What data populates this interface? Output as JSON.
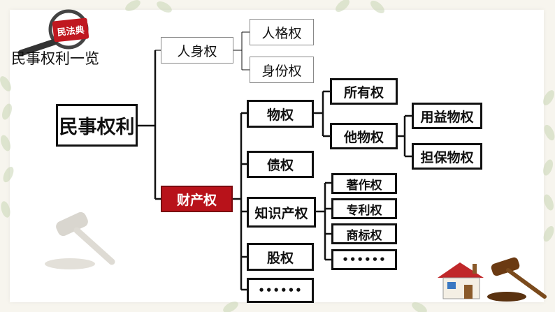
{
  "badge": "民法典",
  "title": "民事权利一览",
  "tree": {
    "root": "民事权利",
    "personal": "人身权",
    "personality": "人格权",
    "identity": "身份权",
    "property": "财产权",
    "real_right": "物权",
    "ownership": "所有权",
    "other_real": "他物权",
    "usufruct": "用益物权",
    "security": "担保物权",
    "creditor": "债权",
    "ip": "知识产权",
    "copyright": "著作权",
    "patent": "专利权",
    "trademark": "商标权",
    "ip_more": "••••••",
    "equity": "股权",
    "property_more": "••••••"
  },
  "colors": {
    "highlight": "#b8121a",
    "line": "#111111"
  }
}
